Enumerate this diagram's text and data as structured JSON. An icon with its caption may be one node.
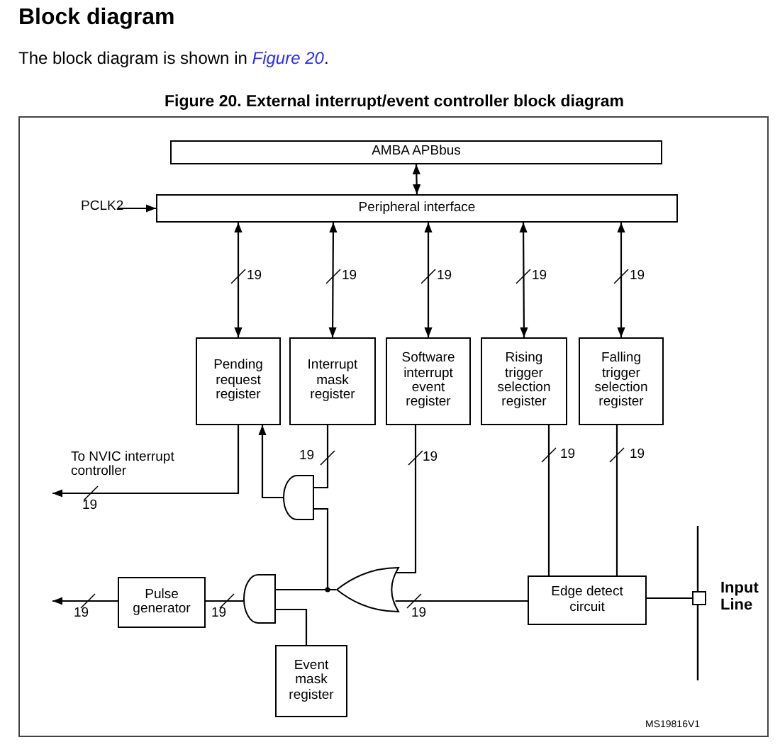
{
  "diagram": {
    "title": "Block diagram",
    "caption": "Figure 20. External interrupt/event controller block diagram",
    "nodes": [
      {
        "text": [
          "AMBA APBbus"
        ]
      },
      {
        "text": [
          "Peripheral interface"
        ]
      },
      {
        "text": [
          "PCLK2"
        ]
      },
      {
        "text": [
          "Pending request register"
        ]
      },
      {
        "text": [
          "Interrupt mask register"
        ]
      },
      {
        "text": [
          "Software interrupt event register"
        ]
      },
      {
        "text": [
          "Rising trigger selection register"
        ]
      },
      {
        "text": [
          "Falling trigger selection register"
        ]
      },
      {
        "text": [],
        "shape": "and-gate"
      },
      {
        "text": [],
        "shape": "or-gate"
      },
      {
        "text": [],
        "shape": "and-gate"
      },
      {
        "text": [
          "Pulse generator"
        ]
      },
      {
        "text": [
          "Event mask register"
        ]
      },
      {
        "text": [
          "Edge detect circuit"
        ]
      },
      {
        "text": [],
        "shape": "box",
        "beside": [
          "Input Line"
        ]
      },
      {
        "text": [
          "To NVIC interrupt controller"
        ]
      }
    ],
    "edges": [
      {
        "from": 0,
        "to": 1,
        "arrow": "both"
      },
      {
        "from": 2,
        "to": 1,
        "arrow": "to"
      },
      {
        "from": 1,
        "to": 3,
        "arrow": "both",
        "label": "19"
      },
      {
        "from": 1,
        "to": 4,
        "arrow": "both",
        "label": "19"
      },
      {
        "from": 1,
        "to": 5,
        "arrow": "both",
        "label": "19"
      },
      {
        "from": 1,
        "to": 6,
        "arrow": "both",
        "label": "19"
      },
      {
        "from": 1,
        "to": 7,
        "arrow": "both",
        "label": "19"
      },
      {
        "from": 3,
        "to": 15,
        "arrow": "to",
        "label": "19"
      },
      {
        "from": 8,
        "to": 3,
        "arrow": "to"
      },
      {
        "from": 4,
        "to": 8,
        "arrow": "none",
        "label": "19"
      },
      {
        "from": 9,
        "to": 8,
        "arrow": "none"
      },
      {
        "from": 9,
        "to": 10,
        "arrow": "none"
      },
      {
        "from": 5,
        "to": 9,
        "arrow": "none",
        "label": "19"
      },
      {
        "from": 13,
        "to": 9,
        "arrow": "none",
        "label": "19"
      },
      {
        "from": 6,
        "to": 13,
        "arrow": "none",
        "label": "19"
      },
      {
        "from": 7,
        "to": 13,
        "arrow": "none",
        "label": "19"
      },
      {
        "from": 14,
        "to": 13,
        "arrow": "none"
      },
      {
        "from": 10,
        "to": 11,
        "arrow": "none",
        "label": "19"
      },
      {
        "from": 12,
        "to": 10,
        "arrow": "none"
      },
      {
        "from": 11,
        "to": null,
        "arrow": "to",
        "label": "19"
      }
    ],
    "labels": [
      "The block diagram is shown in *Figure 20*.",
      "MS19816V1"
    ]
  }
}
